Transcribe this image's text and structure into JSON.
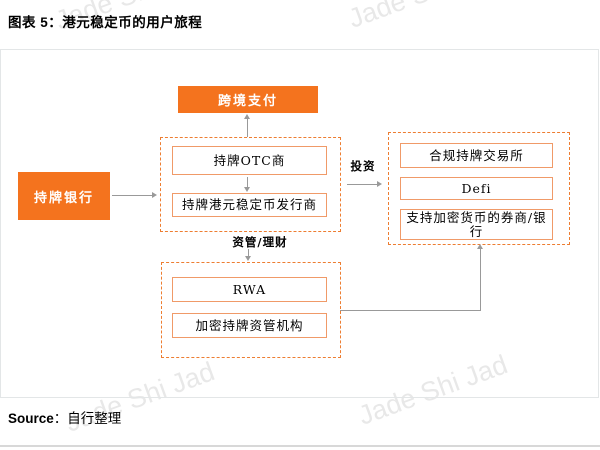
{
  "title": "图表 5：港元稳定币的用户旅程",
  "source": {
    "label": "Source",
    "rest": "：自行整理"
  },
  "watermark": {
    "text": "Jade Shi Jad"
  },
  "diagram": {
    "bank": "持牌银行",
    "payment": "跨境支付",
    "otc": [
      "持牌OTC商",
      "持牌港元稳定币发行商"
    ],
    "invest": [
      "合规持牌交易所",
      "Defi",
      "支持加密货币的券商/银行"
    ],
    "wealth": [
      "RWA",
      "加密持牌资管机构"
    ],
    "label_invest": "投资",
    "label_wealth": "资管/理财"
  },
  "colors": {
    "orange_fill": "#f4731e",
    "dashed_border": "#ed7d31",
    "inner_border": "#f09a68",
    "arrow": "#999999",
    "frame_border": "#e3e6e7"
  }
}
